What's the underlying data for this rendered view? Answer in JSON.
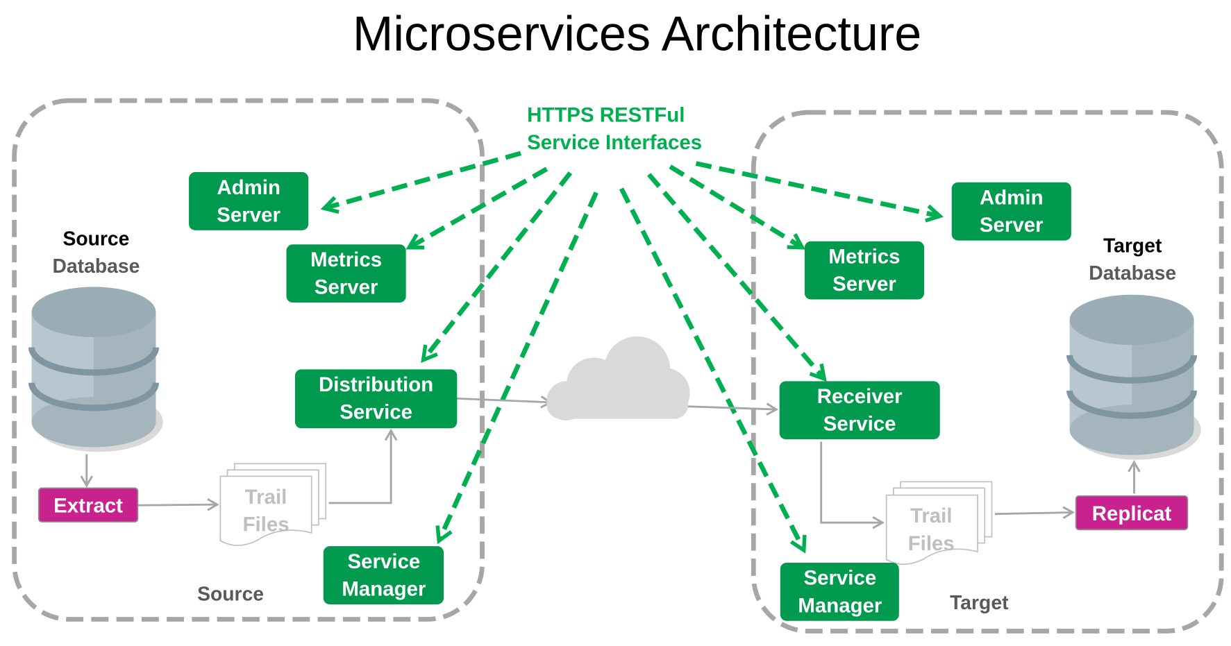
{
  "title": "Microservices Architecture",
  "colors": {
    "service_box": "#009a4e",
    "dashed_arrow": "#00b050",
    "process_box": "#c9228e",
    "region_border": "#a6a6a6",
    "connector": "#a6a6a6",
    "cloud": "#d9d9d9",
    "database": "#a5b5be"
  },
  "interfaces_label": {
    "line1": "HTTPS RESTFul",
    "line2": "Service Interfaces"
  },
  "source": {
    "region_label": "Source",
    "database": {
      "line1": "Source",
      "line2": "Database",
      "icon": "database-icon"
    },
    "admin_server": {
      "line1": "Admin",
      "line2": "Server"
    },
    "metrics_server": {
      "line1": "Metrics",
      "line2": "Server"
    },
    "distribution_service": {
      "line1": "Distribution",
      "line2": "Service"
    },
    "service_manager": {
      "line1": "Service",
      "line2": "Manager"
    },
    "extract": "Extract",
    "trail_files": {
      "line1": "Trail",
      "line2": "Files"
    }
  },
  "target": {
    "region_label": "Target",
    "database": {
      "line1": "Target",
      "line2": "Database",
      "icon": "database-icon"
    },
    "admin_server": {
      "line1": "Admin",
      "line2": "Server"
    },
    "metrics_server": {
      "line1": "Metrics",
      "line2": "Server"
    },
    "receiver_service": {
      "line1": "Receiver",
      "line2": "Service"
    },
    "service_manager": {
      "line1": "Service",
      "line2": "Manager"
    },
    "replicat": "Replicat",
    "trail_files": {
      "line1": "Trail",
      "line2": "Files"
    }
  },
  "network_icon": "cloud-icon"
}
